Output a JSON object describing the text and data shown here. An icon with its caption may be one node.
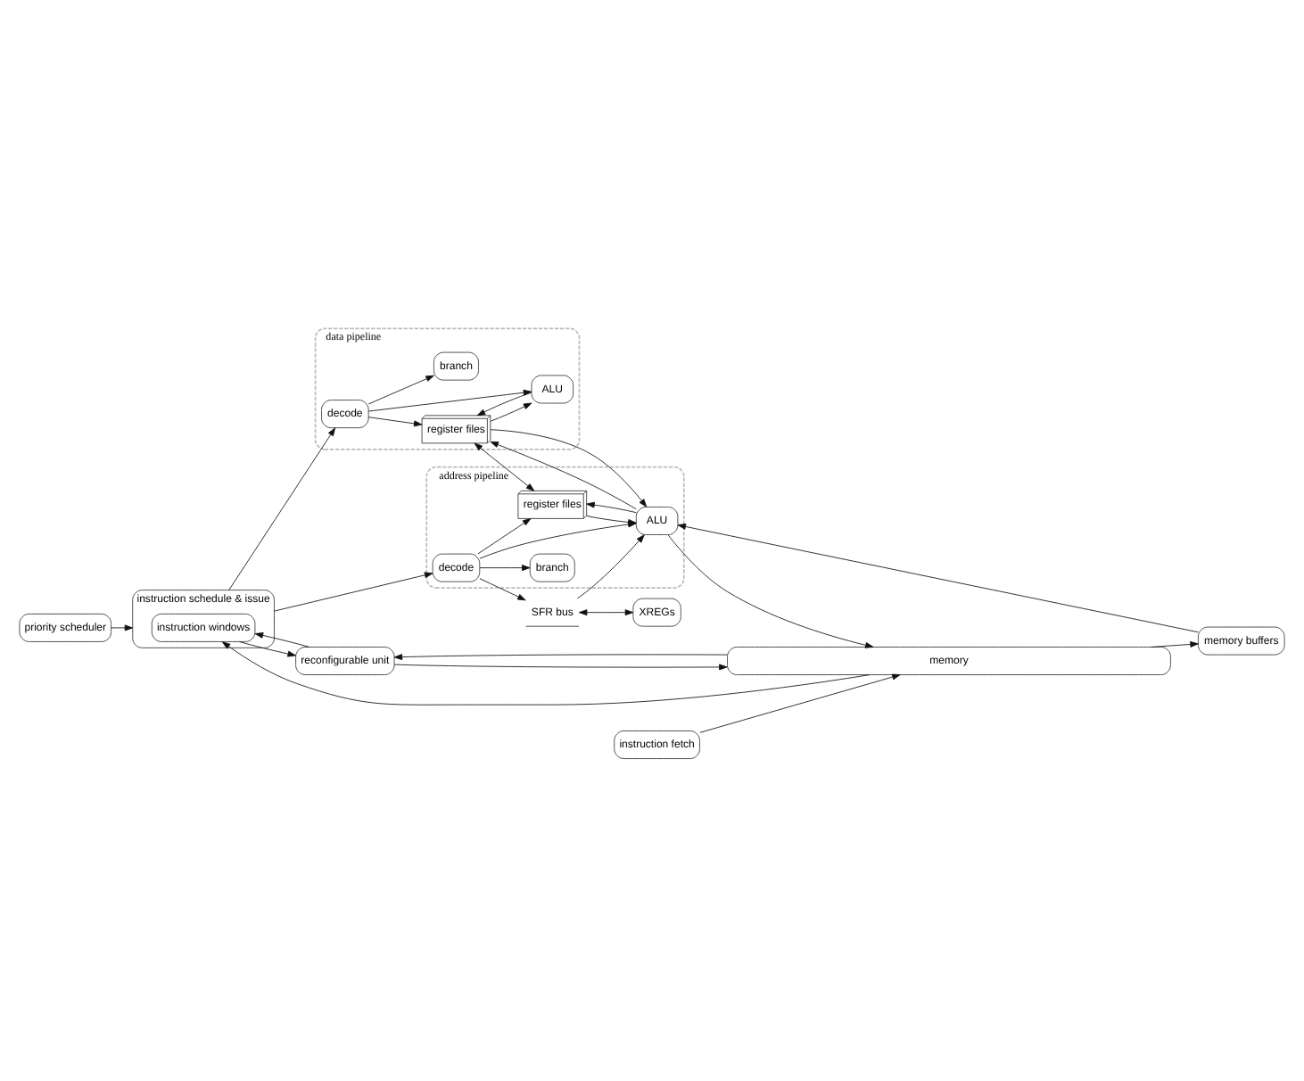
{
  "diagram": {
    "nodes": [
      {
        "text": [
          "priority scheduler"
        ]
      },
      {
        "text": [
          "instruction schedule & issue"
        ]
      },
      {
        "text": [
          "instruction windows"
        ],
        "in": 1
      },
      {
        "text": [
          "data pipeline"
        ]
      },
      {
        "text": [
          "decode"
        ],
        "in": 3
      },
      {
        "text": [
          "register files"
        ],
        "in": 3
      },
      {
        "text": [
          "ALU"
        ],
        "in": 3
      },
      {
        "text": [
          "branch"
        ],
        "in": 3
      },
      {
        "text": [
          "address pipeline"
        ]
      },
      {
        "text": [
          "decode"
        ],
        "in": 8
      },
      {
        "text": [
          "branch"
        ],
        "in": 8
      },
      {
        "text": [
          "register files"
        ],
        "in": 8
      },
      {
        "text": [
          "ALU"
        ],
        "in": 8
      },
      {
        "text": [
          "SFR bus"
        ]
      },
      {
        "text": [
          "reconfigurable unit"
        ]
      },
      {
        "text": [
          "XREGs"
        ]
      },
      {
        "text": [
          "memory buffers"
        ]
      },
      {
        "text": [
          "instruction fetch"
        ]
      },
      {
        "text": [
          "memory"
        ]
      }
    ],
    "edges": [
      {
        "from": 0,
        "to": 1,
        "arrow": "to"
      },
      {
        "from": 1,
        "to": 4,
        "arrow": "to"
      },
      {
        "from": 1,
        "to": 9,
        "arrow": "to"
      },
      {
        "from": 4,
        "to": 5,
        "arrow": "to"
      },
      {
        "from": 4,
        "to": 6,
        "arrow": "to"
      },
      {
        "from": 4,
        "to": 7,
        "arrow": "to"
      },
      {
        "from": 5,
        "to": 6,
        "arrow": "to"
      },
      {
        "from": 6,
        "to": 5,
        "arrow": "to"
      },
      {
        "from": 5,
        "to": 11,
        "arrow": "both"
      },
      {
        "from": 5,
        "to": 12,
        "arrow": "to"
      },
      {
        "from": 9,
        "to": 10,
        "arrow": "to"
      },
      {
        "from": 9,
        "to": 12,
        "arrow": "to"
      },
      {
        "from": 9,
        "to": 11,
        "arrow": "to"
      },
      {
        "from": 11,
        "to": 12,
        "arrow": "to"
      },
      {
        "from": 12,
        "to": 5,
        "arrow": "to"
      },
      {
        "from": 12,
        "to": 11,
        "arrow": "to"
      },
      {
        "from": 12,
        "to": 18,
        "arrow": "to"
      },
      {
        "from": 9,
        "to": 13,
        "arrow": "to"
      },
      {
        "from": 13,
        "to": 12,
        "arrow": "to"
      },
      {
        "from": 13,
        "to": 15,
        "arrow": "both"
      },
      {
        "from": 16,
        "to": 12,
        "arrow": "to"
      },
      {
        "from": 18,
        "to": 16,
        "arrow": "to"
      },
      {
        "from": 2,
        "to": 14,
        "arrow": "to"
      },
      {
        "from": 14,
        "to": 2,
        "arrow": "to"
      },
      {
        "from": 18,
        "to": 2,
        "arrow": "to"
      },
      {
        "from": 17,
        "to": 18,
        "arrow": "to"
      },
      {
        "from": 14,
        "to": 18,
        "arrow": "to"
      },
      {
        "from": 18,
        "to": 14,
        "arrow": "to"
      }
    ]
  }
}
